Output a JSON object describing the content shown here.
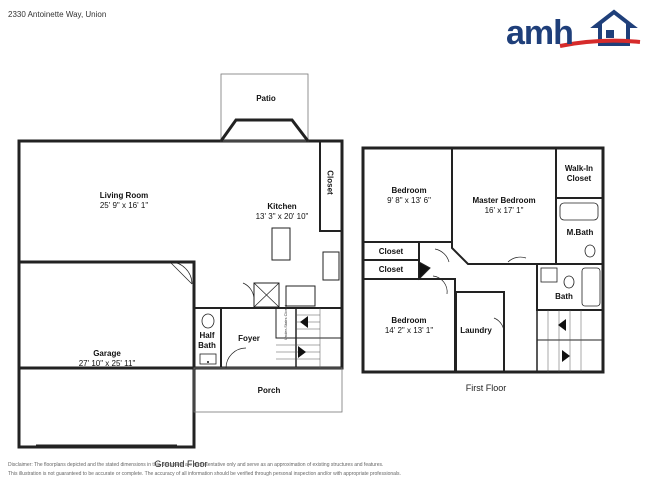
{
  "header": {
    "address": "2330 Antoinette Way, Union"
  },
  "logo": {
    "text": "amh",
    "brand_color": "#1f3f7a",
    "accent_color": "#d62b2b",
    "icon": "house-icon"
  },
  "ground_floor": {
    "label": "Ground Floor",
    "rooms": {
      "patio": {
        "name": "Patio"
      },
      "living_room": {
        "name": "Living Room",
        "dims": "25' 9\" x 16' 1\""
      },
      "kitchen": {
        "name": "Kitchen",
        "dims": "13' 3\" x 20' 10\""
      },
      "closet": {
        "name": "Closet"
      },
      "garage": {
        "name": "Garage",
        "dims": "27' 10\" x 25' 11\""
      },
      "half_bath": {
        "name": "Half Bath"
      },
      "foyer": {
        "name": "Foyer"
      },
      "porch": {
        "name": "Porch"
      },
      "under_stairs": {
        "name": "Under-Stairs Closet"
      }
    }
  },
  "first_floor": {
    "label": "First Floor",
    "rooms": {
      "bedroom_1": {
        "name": "Bedroom",
        "dims": "9' 8\" x 13' 6\""
      },
      "master_bedroom": {
        "name": "Master Bedroom",
        "dims": "16' x 17' 1\""
      },
      "walk_in_closet": {
        "name": "Walk-In Closet"
      },
      "m_bath": {
        "name": "M.Bath"
      },
      "closet_1": {
        "name": "Closet"
      },
      "closet_2": {
        "name": "Closet"
      },
      "bedroom_2": {
        "name": "Bedroom",
        "dims": "14' 2\" x 13' 1\""
      },
      "laundry": {
        "name": "Laundry"
      },
      "bath": {
        "name": "Bath"
      }
    }
  },
  "disclaimer": {
    "line1": "Disclaimer: The floorplans depicted and the stated dimensions in this document are representative only and serve as an approximation of existing structures and features.",
    "line2": "This illustration is not guaranteed to be accurate or complete. The accuracy of all information should be verified through personal inspection and/or with appropriate professionals."
  }
}
